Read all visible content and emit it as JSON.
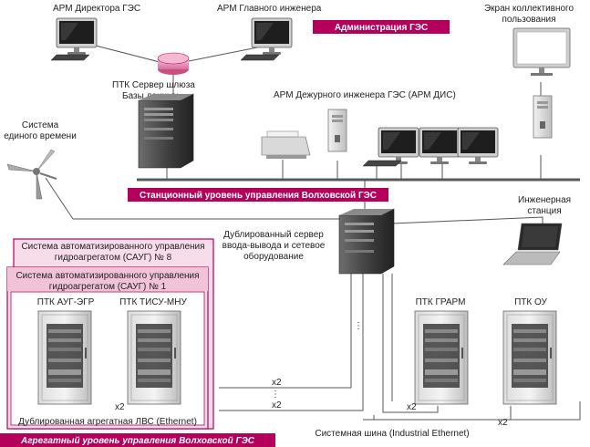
{
  "labels": {
    "arm_director": "АРМ Директора ГЭС",
    "arm_chief": "АРМ Главного инженера",
    "admin": "Администрация ГЭС",
    "screen": "Экран коллективного пользования",
    "server_gateway": "ПТК Сервер шлюза",
    "databases": "Базы данных",
    "arm_duty": "АРМ Дежурного инженера ГЭС (АРМ ДИС)",
    "time_system": "Система единого времени",
    "station_level": "Станционный уровень управления Волховской ГЭС",
    "eng_station": "Инженерная станция",
    "dup_server": "Дублированный сервер ввода-вывода и сетевое оборудование",
    "saug8": "Система автоматизированного управления гидроагрегатом (САУГ) № 8",
    "saug1": "Система автоматизированного управления гидроагрегатом (САУГ) № 1",
    "ptk_aug": "ПТК АУГ-ЭГР",
    "ptk_tisu": "ПТК ТИСУ-МНУ",
    "ptk_grarm": "ПТК ГРАРМ",
    "ptk_ou": "ПТК ОУ",
    "x2": "x2",
    "dots": "...",
    "aggregate_lan": "Дублированная агрегатная ЛВС (Ethernet)",
    "system_bus": "Системная шина (Industrial Ethernet)",
    "aggregate_level": "Агрегатный уровень управления Волховской ГЭС"
  },
  "colors": {
    "magenta": "#b5005b",
    "pink_fill": "#f7dce9",
    "line": "#555555"
  },
  "icons": {
    "router": "router-icon",
    "monitor": "monitor-icon",
    "server": "server-tower-icon",
    "printer": "printer-icon",
    "laptop": "laptop-icon",
    "fan": "wind-vane-icon",
    "cabinet": "equipment-cabinet-icon"
  }
}
